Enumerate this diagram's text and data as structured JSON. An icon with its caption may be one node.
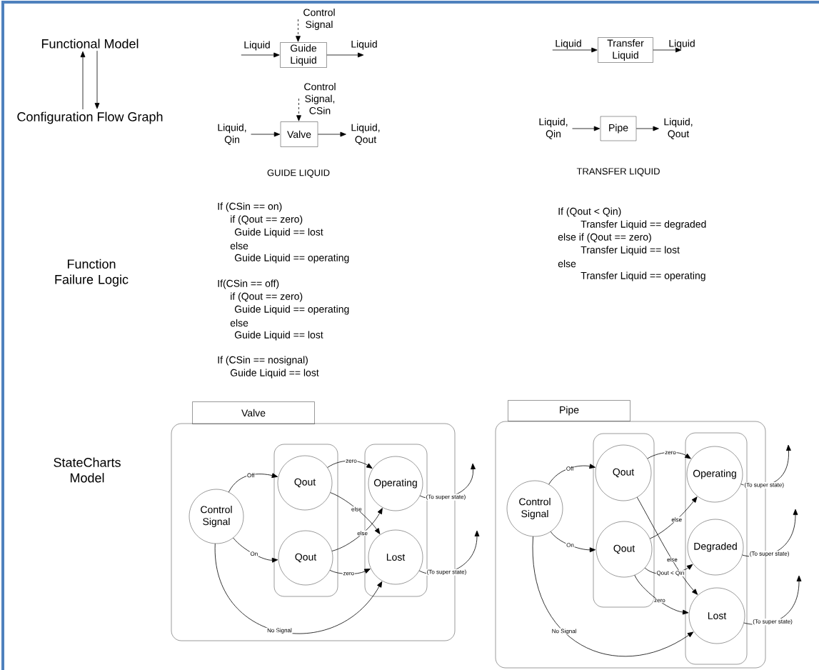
{
  "diagram": {
    "nodes": [
      {
        "text": [
          "Functional Model"
        ]
      },
      {
        "text": [
          "Configuration Flow Graph"
        ]
      },
      {
        "text": [
          "Guide Liquid"
        ]
      },
      {
        "text": [
          "Control Signal"
        ]
      },
      {
        "text": [
          "Liquid"
        ]
      },
      {
        "text": [
          "Liquid"
        ]
      },
      {
        "text": [
          "Valve"
        ]
      },
      {
        "text": [
          "Control Signal, CSin"
        ]
      },
      {
        "text": [
          "Liquid, Qin"
        ]
      },
      {
        "text": [
          "Liquid, Qout"
        ]
      },
      {
        "text": [
          "Transfer Liquid"
        ]
      },
      {
        "text": [
          "Liquid"
        ]
      },
      {
        "text": [
          "Liquid"
        ]
      },
      {
        "text": [
          "Pipe"
        ]
      },
      {
        "text": [
          "Liquid, Qin"
        ]
      },
      {
        "text": [
          "Liquid, Qout"
        ]
      },
      {
        "text": [
          "Valve"
        ]
      },
      {
        "text": [],
        "shape": "box"
      },
      {
        "text": [
          "Control Signal"
        ],
        "in": 17
      },
      {
        "text": [],
        "shape": "box",
        "in": 17
      },
      {
        "text": [
          "Qout"
        ],
        "in": 19
      },
      {
        "text": [
          "Qout"
        ],
        "in": 19
      },
      {
        "text": [],
        "shape": "box",
        "in": 17
      },
      {
        "text": [
          "Operating"
        ],
        "in": 22
      },
      {
        "text": [
          "Lost"
        ],
        "in": 22
      },
      {
        "text": [
          "Pipe"
        ]
      },
      {
        "text": [],
        "shape": "box"
      },
      {
        "text": [
          "Control Signal"
        ],
        "in": 26
      },
      {
        "text": [],
        "shape": "box",
        "in": 26
      },
      {
        "text": [
          "Qout"
        ],
        "in": 28
      },
      {
        "text": [
          "Qout"
        ],
        "in": 28
      },
      {
        "text": [],
        "shape": "box",
        "in": 26
      },
      {
        "text": [
          "Operating"
        ],
        "in": 31
      },
      {
        "text": [
          "Degraded"
        ],
        "in": 31
      },
      {
        "text": [
          "Lost"
        ],
        "in": 31
      }
    ],
    "edges": [
      {
        "from": 1,
        "to": 0,
        "arrow": "to"
      },
      {
        "from": 0,
        "to": 1,
        "arrow": "to"
      },
      {
        "from": 3,
        "to": 2,
        "arrow": "to",
        "style": "dashed"
      },
      {
        "from": 4,
        "to": 2,
        "arrow": "to"
      },
      {
        "from": 2,
        "to": 5,
        "arrow": "to"
      },
      {
        "from": 7,
        "to": 6,
        "arrow": "to",
        "style": "dashed"
      },
      {
        "from": 8,
        "to": 6,
        "arrow": "to"
      },
      {
        "from": 6,
        "to": 9,
        "arrow": "to"
      },
      {
        "from": 11,
        "to": 10,
        "arrow": "to"
      },
      {
        "from": 10,
        "to": 12,
        "arrow": "to"
      },
      {
        "from": 14,
        "to": 13,
        "arrow": "to"
      },
      {
        "from": 13,
        "to": 15,
        "arrow": "to"
      },
      {
        "from": 18,
        "to": 20,
        "arrow": "to",
        "label": "Off"
      },
      {
        "from": 18,
        "to": 21,
        "arrow": "to",
        "label": "On"
      },
      {
        "from": 18,
        "to": 24,
        "arrow": "to",
        "label": "No Signal"
      },
      {
        "from": 20,
        "to": 23,
        "arrow": "to",
        "label": "zero"
      },
      {
        "from": 20,
        "to": 24,
        "arrow": "to",
        "label": "else"
      },
      {
        "from": 21,
        "to": 23,
        "arrow": "to",
        "label": "else"
      },
      {
        "from": 21,
        "to": 24,
        "arrow": "to",
        "label": "zero"
      },
      {
        "from": 23,
        "to": null,
        "arrow": "to",
        "label": "(To super state)"
      },
      {
        "from": 24,
        "to": null,
        "arrow": "to",
        "label": "(To super state)"
      },
      {
        "from": 27,
        "to": 29,
        "arrow": "to",
        "label": "Off"
      },
      {
        "from": 27,
        "to": 30,
        "arrow": "to",
        "label": "On"
      },
      {
        "from": 27,
        "to": 34,
        "arrow": "to",
        "label": "No Signal"
      },
      {
        "from": 29,
        "to": 32,
        "arrow": "to",
        "label": "zero"
      },
      {
        "from": 29,
        "to": 34,
        "arrow": "to",
        "label": "else"
      },
      {
        "from": 30,
        "to": 32,
        "arrow": "to",
        "label": "else"
      },
      {
        "from": 30,
        "to": 33,
        "arrow": "to",
        "label": "Qout < Qin"
      },
      {
        "from": 30,
        "to": 34,
        "arrow": "to",
        "label": "zero"
      },
      {
        "from": 32,
        "to": null,
        "arrow": "to",
        "label": "(To super state)"
      },
      {
        "from": 33,
        "to": null,
        "arrow": "to",
        "label": "(To super state)"
      },
      {
        "from": 34,
        "to": null,
        "arrow": "to",
        "label": "(To super state)"
      }
    ],
    "labels": [
      "GUIDE LIQUID",
      "TRANSFER LIQUID",
      "Function Failure Logic",
      "If (CSin == on)",
      "if (Qout == zero)",
      "Guide Liquid == lost",
      "else",
      "Guide Liquid == operating",
      "If(CSin == off)",
      "if (Qout == zero)",
      "Guide Liquid == operating",
      "else",
      "Guide Liquid == lost",
      "If (CSin == nosignal)",
      "Guide Liquid == lost",
      "If (Qout < Qin)",
      "Transfer Liquid == degraded",
      "else if (Qout == zero)",
      "Transfer Liquid == lost",
      "else",
      "Transfer Liquid == operating",
      "StateCharts Model"
    ]
  }
}
